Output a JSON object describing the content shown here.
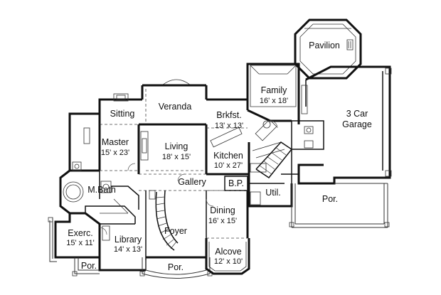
{
  "rooms": {
    "pavilion": {
      "name": "Pavilion"
    },
    "family": {
      "name": "Family",
      "dim": "16' x 18'"
    },
    "garage": {
      "name1": "3 Car",
      "name2": "Garage"
    },
    "veranda": {
      "name": "Veranda"
    },
    "sitting": {
      "name": "Sitting"
    },
    "brkfst": {
      "name": "Brkfst.",
      "dim": "13' x 13'"
    },
    "master": {
      "name": "Master",
      "dim": "15' x 23'"
    },
    "living": {
      "name": "Living",
      "dim": "18' x 15'"
    },
    "kitchen": {
      "name": "Kitchen",
      "dim": "10' x 27'"
    },
    "mbath": {
      "name": "M.Bath"
    },
    "gallery": {
      "name": "Gallery"
    },
    "bp": {
      "name": "B.P."
    },
    "util": {
      "name": "Util."
    },
    "por_right": {
      "name": "Por."
    },
    "dining": {
      "name": "Dining",
      "dim": "16' x 15'"
    },
    "exerc": {
      "name": "Exerc.",
      "dim": "15' x 11'"
    },
    "library": {
      "name": "Library",
      "dim": "14' x 13'"
    },
    "foyer": {
      "name": "Foyer"
    },
    "alcove": {
      "name": "Alcove",
      "dim": "12' x 10'"
    },
    "por_left": {
      "name": "Por."
    },
    "por_front": {
      "name": "Por."
    }
  }
}
